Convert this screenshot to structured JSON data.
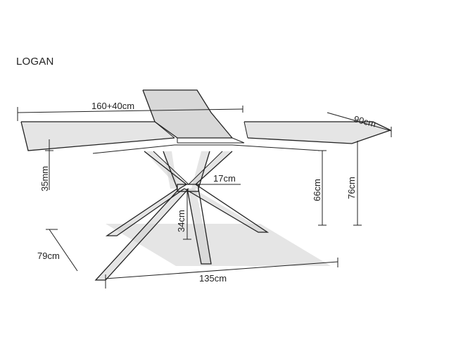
{
  "product": {
    "name": "LOGAN"
  },
  "dimensions": {
    "length": "160+40cm",
    "depth": "90cm",
    "top_thickness": "35mm",
    "leg_width": "17cm",
    "leg_height_inner": "34cm",
    "height_under_top": "66cm",
    "total_height": "76cm",
    "base_depth": "79cm",
    "base_length": "135cm"
  }
}
